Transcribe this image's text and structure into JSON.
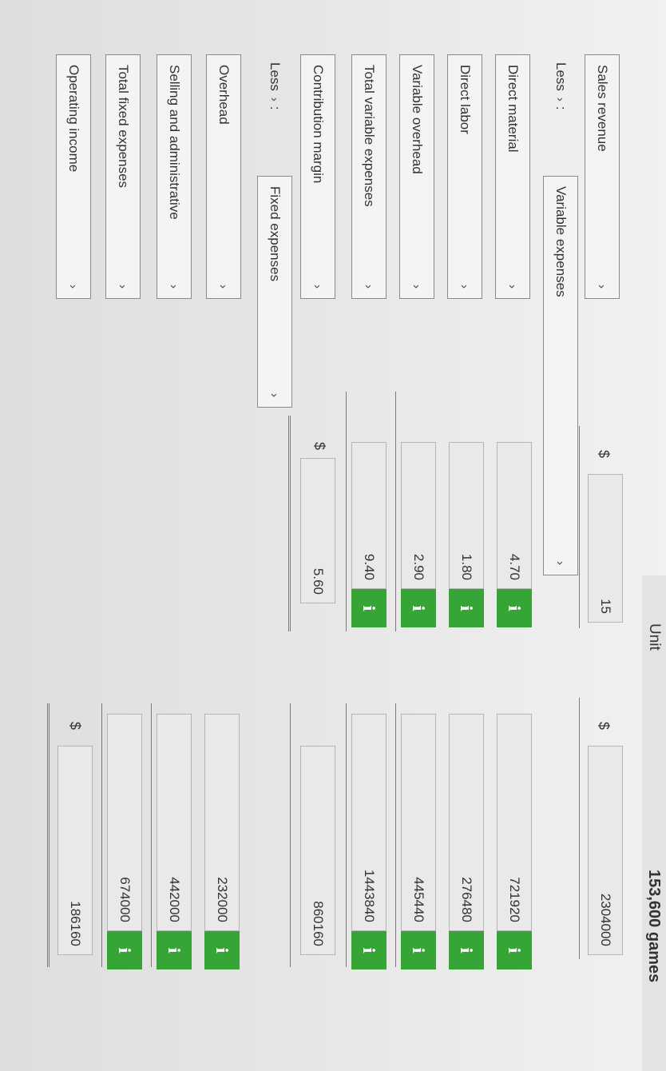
{
  "header": {
    "unit_label": "Unit",
    "total_label": "153,600 games"
  },
  "rows": {
    "sales_revenue": {
      "label": "Sales revenue",
      "currency": "$",
      "unit": "15",
      "total": "2304000"
    },
    "less_variable": {
      "less": "Less",
      "colon": ":",
      "label": "Variable expenses"
    },
    "direct_material": {
      "label": "Direct material",
      "unit": "4.70",
      "total": "721920"
    },
    "direct_labor": {
      "label": "Direct labor",
      "unit": "1.80",
      "total": "276480"
    },
    "variable_overhead": {
      "label": "Variable overhead",
      "unit": "2.90",
      "total": "445440"
    },
    "total_variable": {
      "label": "Total variable expenses",
      "unit": "9.40",
      "total": "1443840"
    },
    "contribution_margin": {
      "label": "Contribution margin",
      "currency": "$",
      "unit": "5.60",
      "total": "860160"
    },
    "less_fixed": {
      "less": "Less",
      "colon": ":",
      "label": "Fixed expenses"
    },
    "overhead": {
      "label": "Overhead",
      "total": "232000"
    },
    "selling_admin": {
      "label": "Selling and administrative",
      "total": "442000"
    },
    "total_fixed": {
      "label": "Total fixed expenses",
      "total": "674000"
    },
    "operating_income": {
      "label": "Operating income",
      "currency": "$",
      "total": "186160"
    }
  },
  "icons": {
    "chevron": "›",
    "info": "i"
  },
  "colors": {
    "info_green": "#37a536"
  }
}
